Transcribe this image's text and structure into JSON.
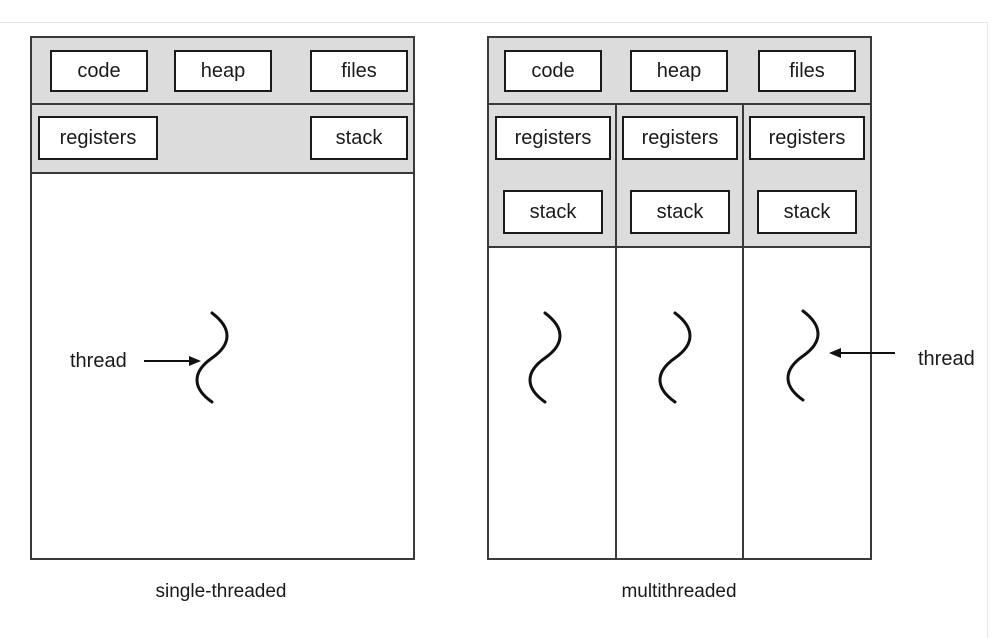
{
  "single": {
    "code": "code",
    "heap": "heap",
    "files": "files",
    "registers": "registers",
    "stack": "stack",
    "thread_label": "thread",
    "caption": "single-threaded"
  },
  "multi": {
    "code": "code",
    "heap": "heap",
    "files": "files",
    "threads": [
      {
        "registers": "registers",
        "stack": "stack"
      },
      {
        "registers": "registers",
        "stack": "stack"
      },
      {
        "registers": "registers",
        "stack": "stack"
      }
    ],
    "thread_label": "thread",
    "caption": "multithreaded"
  }
}
